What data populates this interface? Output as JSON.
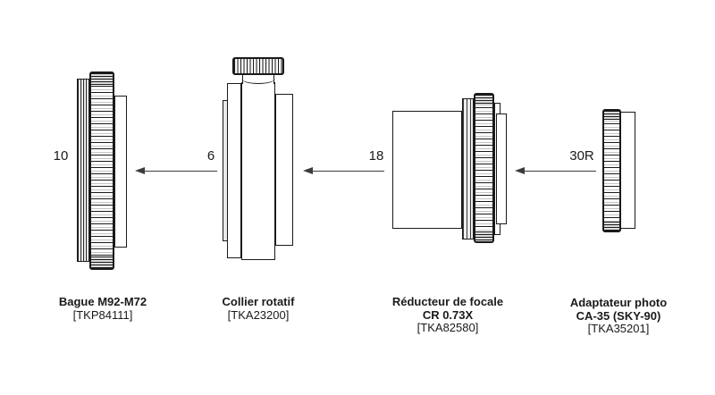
{
  "page": {
    "background": "#ffffff",
    "outline_color": "#1a1a1a",
    "knurl_shade_color": "#c4c4c4",
    "arrow_color": "#3c3c3c",
    "flow_direction": "right-to-left"
  },
  "diagram": {
    "components": [
      {
        "id": "bague",
        "callout": "10",
        "name_line1": "Bague M92-M72",
        "part_number": "[TKP84111]"
      },
      {
        "id": "collier",
        "callout": "6",
        "name_line1": "Collier rotatif",
        "part_number": "[TKA23200]"
      },
      {
        "id": "reducteur",
        "callout": "18",
        "name_line1": "Réducteur de focale",
        "name_line2": "CR 0.73X",
        "part_number": "[TKA82580]"
      },
      {
        "id": "adaptateur",
        "callout": "30R",
        "name_line1": "Adaptateur photo",
        "name_line2": "CA-35 (SKY-90)",
        "part_number": "[TKA35201]"
      }
    ]
  }
}
